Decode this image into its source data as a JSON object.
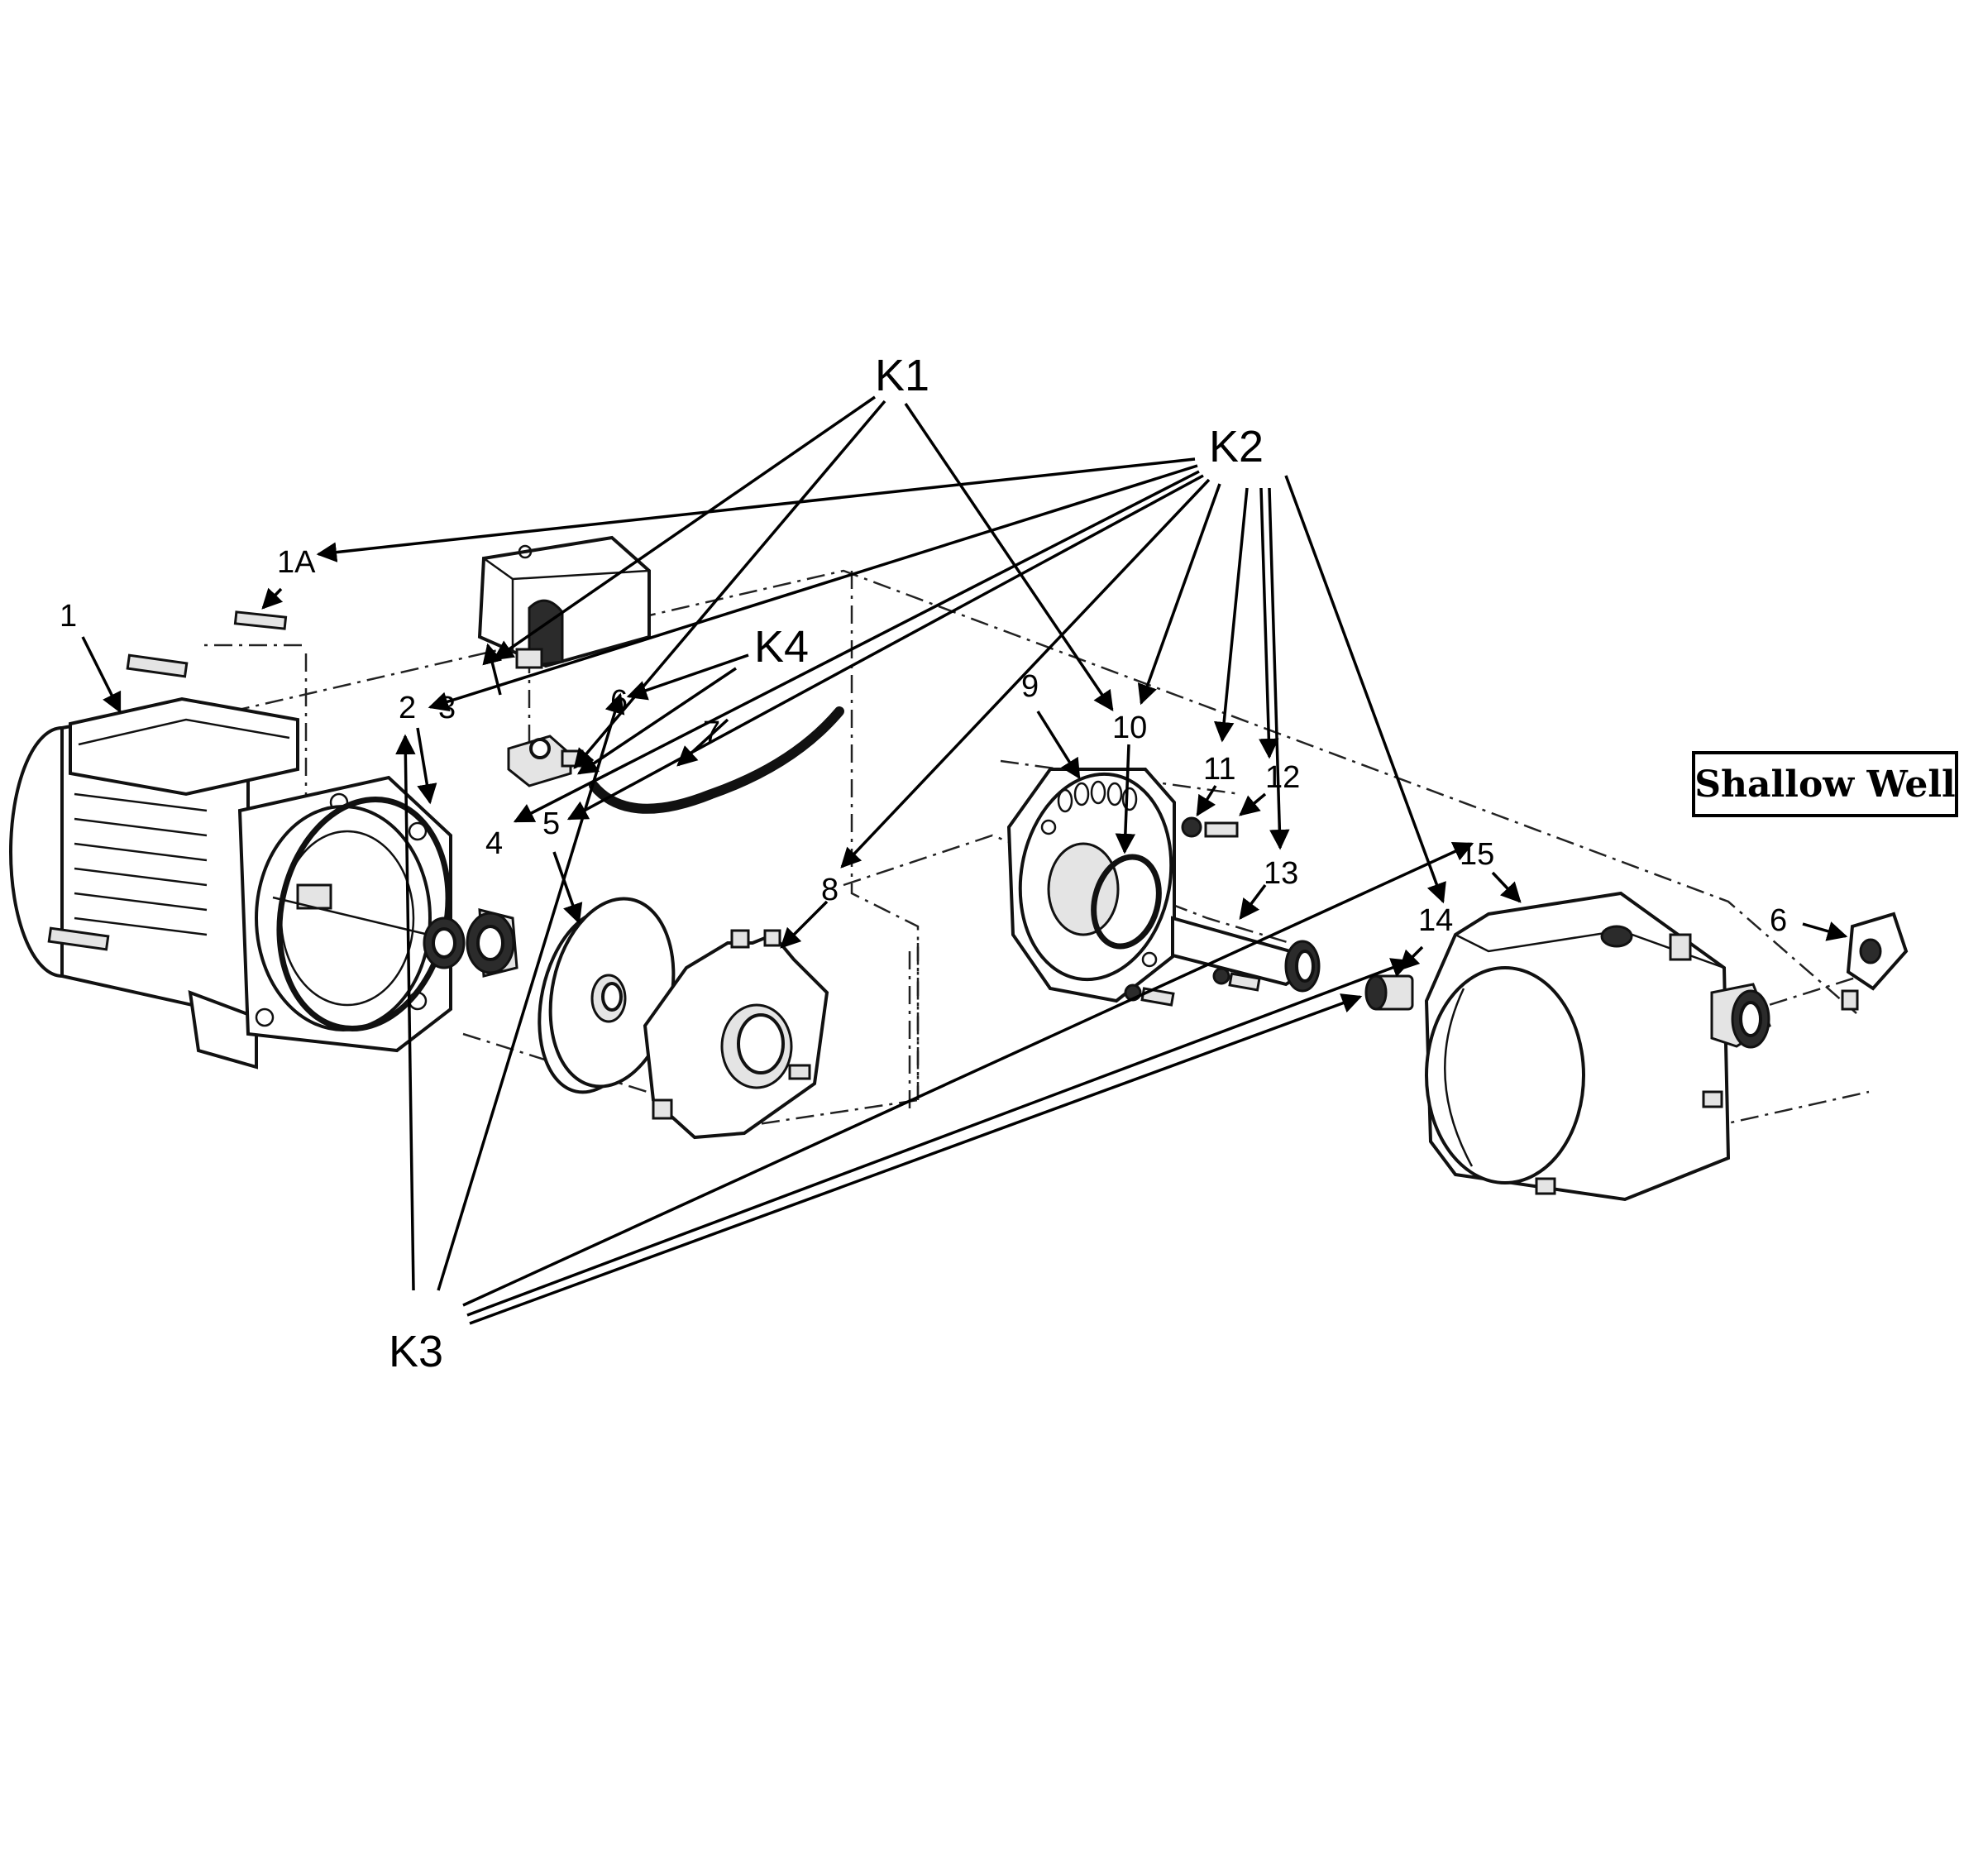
{
  "panel_label": "Shallow Well",
  "kits": {
    "k1": "K1",
    "k2": "K2",
    "k3": "K3",
    "k4": "K4"
  },
  "callouts": {
    "p1": "1",
    "p1a": "1A",
    "p2": "2",
    "p3": "3",
    "p4": "4",
    "p5": "5",
    "p6a": "6",
    "p6b": "6",
    "p7": "7",
    "p8": "8",
    "p9": "9",
    "p10": "10",
    "p11": "11",
    "p12": "12",
    "p13": "13",
    "p14": "14",
    "p15": "15"
  }
}
